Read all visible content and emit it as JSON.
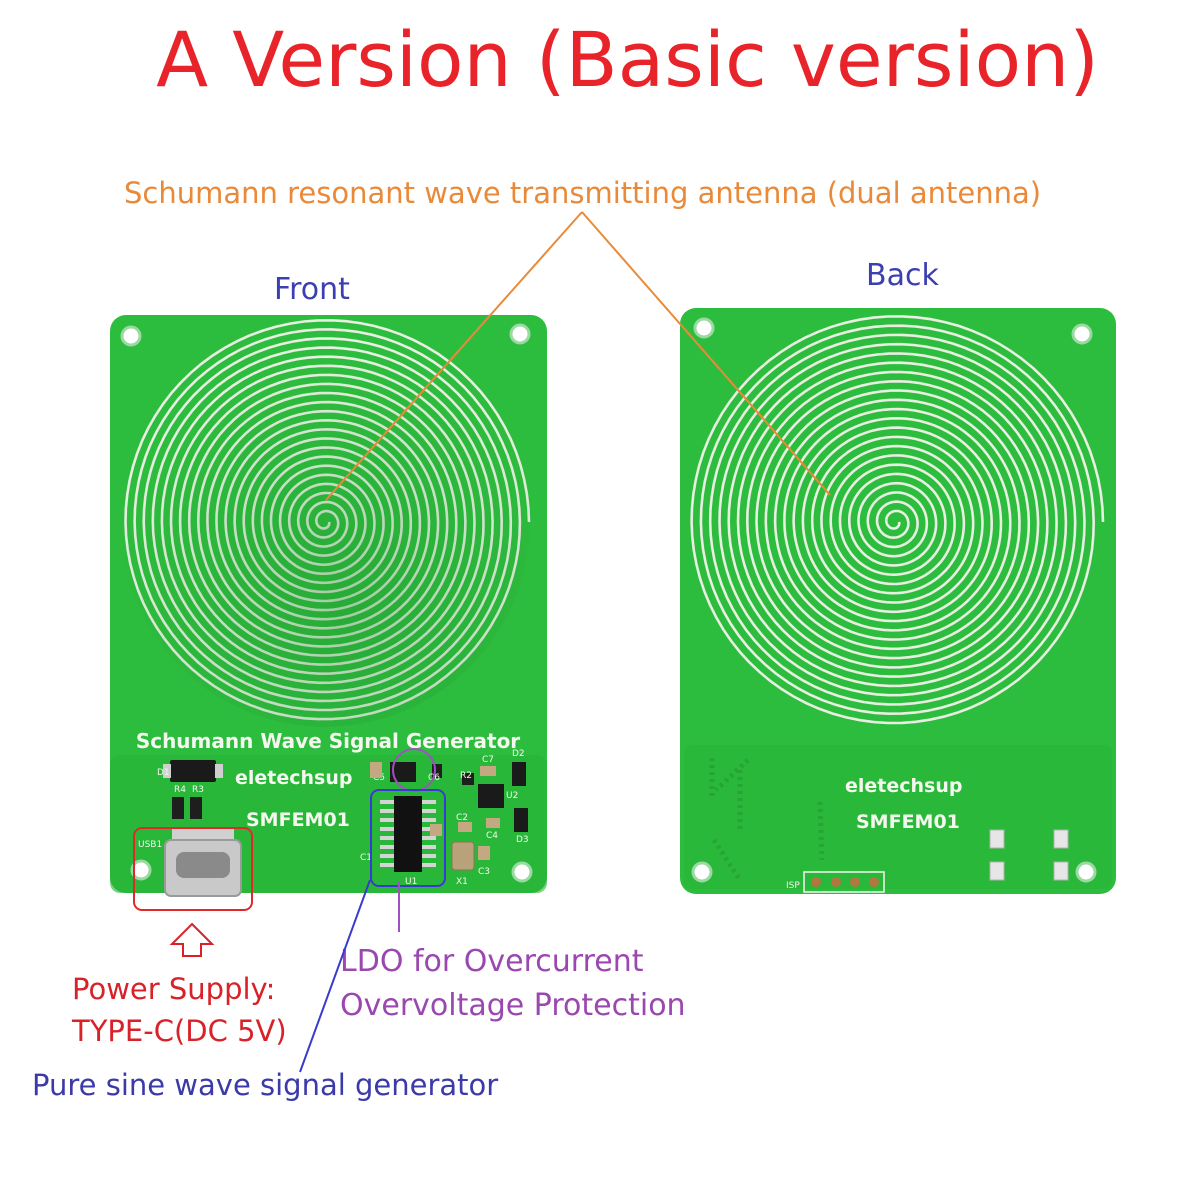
{
  "title": "A Version (Basic version)",
  "antenna_label": "Schumann resonant wave transmitting antenna (dual antenna)",
  "front_label": "Front",
  "back_label": "Back",
  "front_board": {
    "board_title": "Schumann Wave Signal Generator",
    "brand": "eletechsup",
    "model": "SMFEM01",
    "silk": {
      "d1": "D1",
      "r4": "R4",
      "r3": "R3",
      "usb1": "USB1",
      "r2": "R2",
      "c7": "C7",
      "d2": "D2",
      "c5": "C5",
      "c6": "C6",
      "u2": "U2",
      "c2": "C2",
      "c4": "C4",
      "d3": "D3",
      "c1": "C1",
      "u1": "U1",
      "x1": "X1",
      "c3": "C3"
    }
  },
  "back_board": {
    "brand": "eletechsup",
    "model": "SMFEM01",
    "isp": "ISP"
  },
  "power_supply": [
    "Power Supply:",
    "TYPE-C(DC 5V)"
  ],
  "ldo": [
    "LDO for Overcurrent",
    "Overvoltage Protection"
  ],
  "sine_generator": "Pure sine wave signal generator",
  "colors": {
    "title": "#e8242a",
    "antenna": "#e98a3a",
    "label_blue": "#3b3fb0",
    "power": "#d82229",
    "ldo": "#9b47b0",
    "pcb": "#2dbd3e"
  }
}
